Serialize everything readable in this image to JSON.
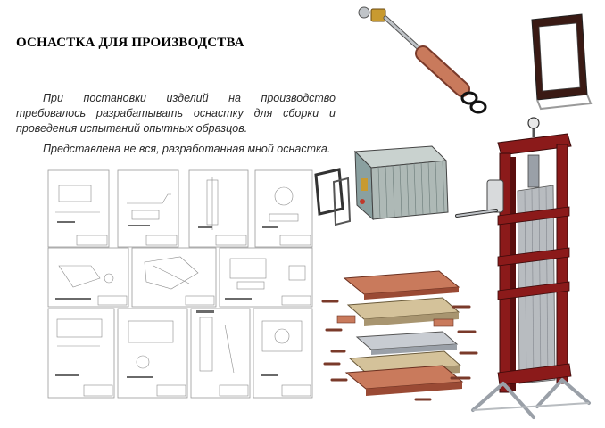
{
  "page": {
    "title": "ОСНАСТКА ДЛЯ ПРОИЗВОДСТВА",
    "paragraph_1": "При постановки изделий на производство требовалось разрабатывать оснастку для сборки и проведения испытаний опытных образцов.",
    "paragraph_2": "Представлена не вся, разработанная мной оснастка."
  },
  "colors": {
    "text": "#2a2a2a",
    "frame_red": "#8b1a1a",
    "copper": "#c97a5c",
    "wood": "#cbb48e",
    "metal": "#b8bcc0"
  }
}
